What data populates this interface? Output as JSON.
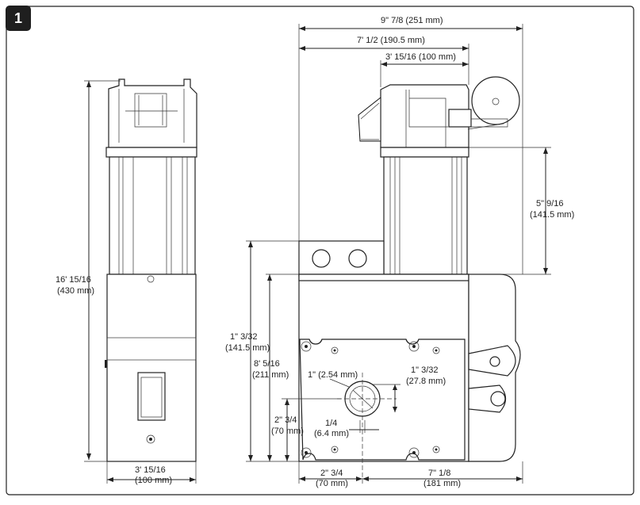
{
  "figure_number": "1",
  "dimensions": {
    "overall_width": "9\" 7/8 (251 mm)",
    "width_190": "7' 1/2 (190.5 mm)",
    "width_100_top": "3' 15/16 (100 mm)",
    "height_141_right_a": "5\" 9/16",
    "height_141_right_b": "(141.5 mm)",
    "height_430_a": "16' 15/16",
    "height_430_b": "(430 mm)",
    "height_141_left_a": "1\" 3/32",
    "height_141_left_b": "(141.5 mm)",
    "height_211_a": "8' 5/16",
    "height_211_b": "(211 mm)",
    "height_70_a": "2\" 3/4",
    "height_70_b": "(70 mm)",
    "hole_dia": "1\" (2.54 mm)",
    "hole_offset_a": "1\" 3/32",
    "hole_offset_b": "(27.8 mm)",
    "hole_small_a": "1/4",
    "hole_small_b": "(6.4 mm)",
    "bottom_left_width_a": "3' 15/16",
    "bottom_left_width_b": "(100 mm)",
    "bottom_70_a": "2\" 3/4",
    "bottom_70_b": "(70 mm)",
    "bottom_181_a": "7\" 1/8",
    "bottom_181_b": "(181 mm)"
  }
}
